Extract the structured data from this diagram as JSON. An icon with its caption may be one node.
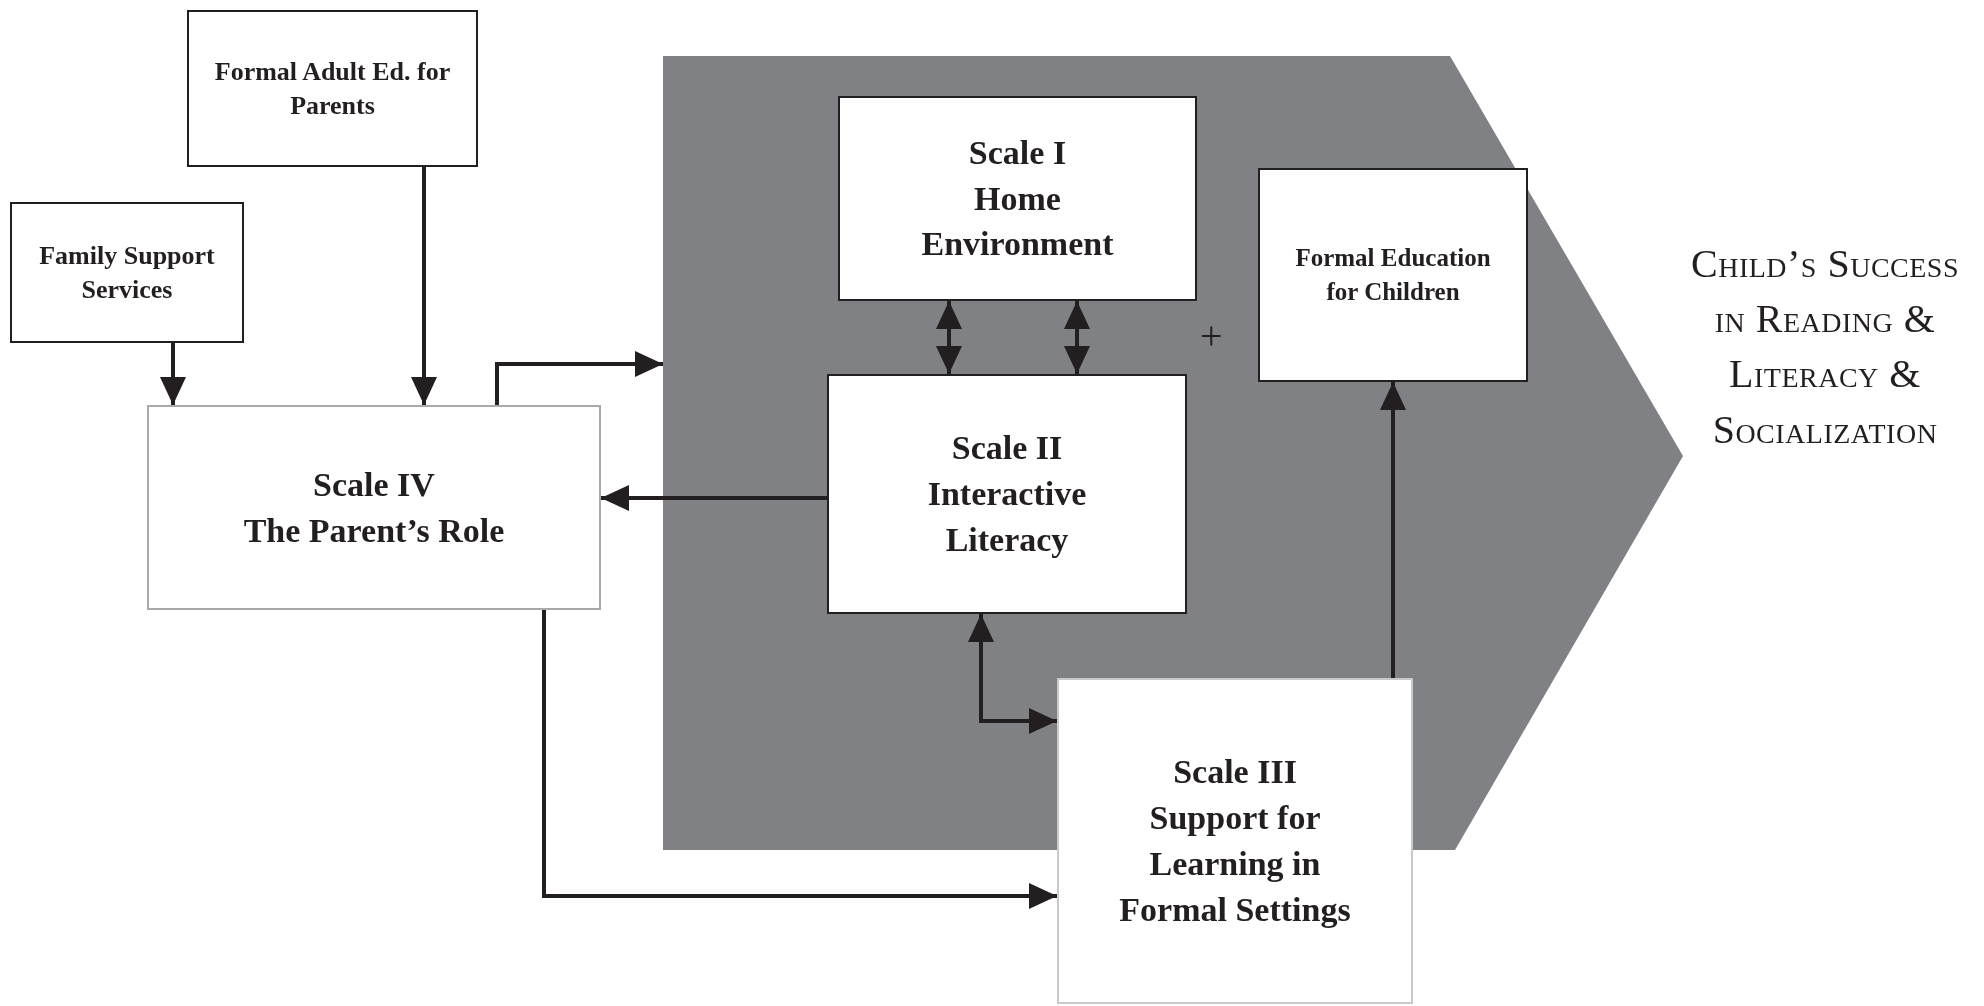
{
  "diagram": {
    "nodes": [
      {
        "text": [
          "Formal Adult Ed. for Parents"
        ]
      },
      {
        "text": [
          "Family Support Services"
        ]
      },
      {
        "text": [
          "Scale IV",
          "The Parent’s Role"
        ]
      },
      {
        "text": [],
        "shape": "arrow",
        "beside": [
          "Child’s Success in Reading & Literacy & Socialization"
        ]
      },
      {
        "text": [
          "Scale I",
          "Home Environment"
        ],
        "in": 3
      },
      {
        "text": [
          "Scale II",
          "Interactive Literacy"
        ],
        "in": 3
      },
      {
        "text": [
          "Formal Education for Children"
        ],
        "in": 3
      },
      {
        "text": [
          "Scale III",
          "Support for Learning in Formal Settings"
        ]
      }
    ],
    "edges": [
      {
        "from": 0,
        "to": 2,
        "arrow": "to"
      },
      {
        "from": 1,
        "to": 2,
        "arrow": "to"
      },
      {
        "from": 2,
        "to": 3,
        "arrow": "to"
      },
      {
        "from": 5,
        "to": 2,
        "arrow": "to"
      },
      {
        "from": 4,
        "to": 5,
        "arrow": "both"
      },
      {
        "from": 4,
        "to": 5,
        "arrow": "both"
      },
      {
        "from": 5,
        "to": 7,
        "arrow": "both"
      },
      {
        "from": 2,
        "to": 7,
        "arrow": "to"
      },
      {
        "from": 7,
        "to": 6,
        "arrow": "to"
      }
    ],
    "labels": [
      "+"
    ]
  }
}
